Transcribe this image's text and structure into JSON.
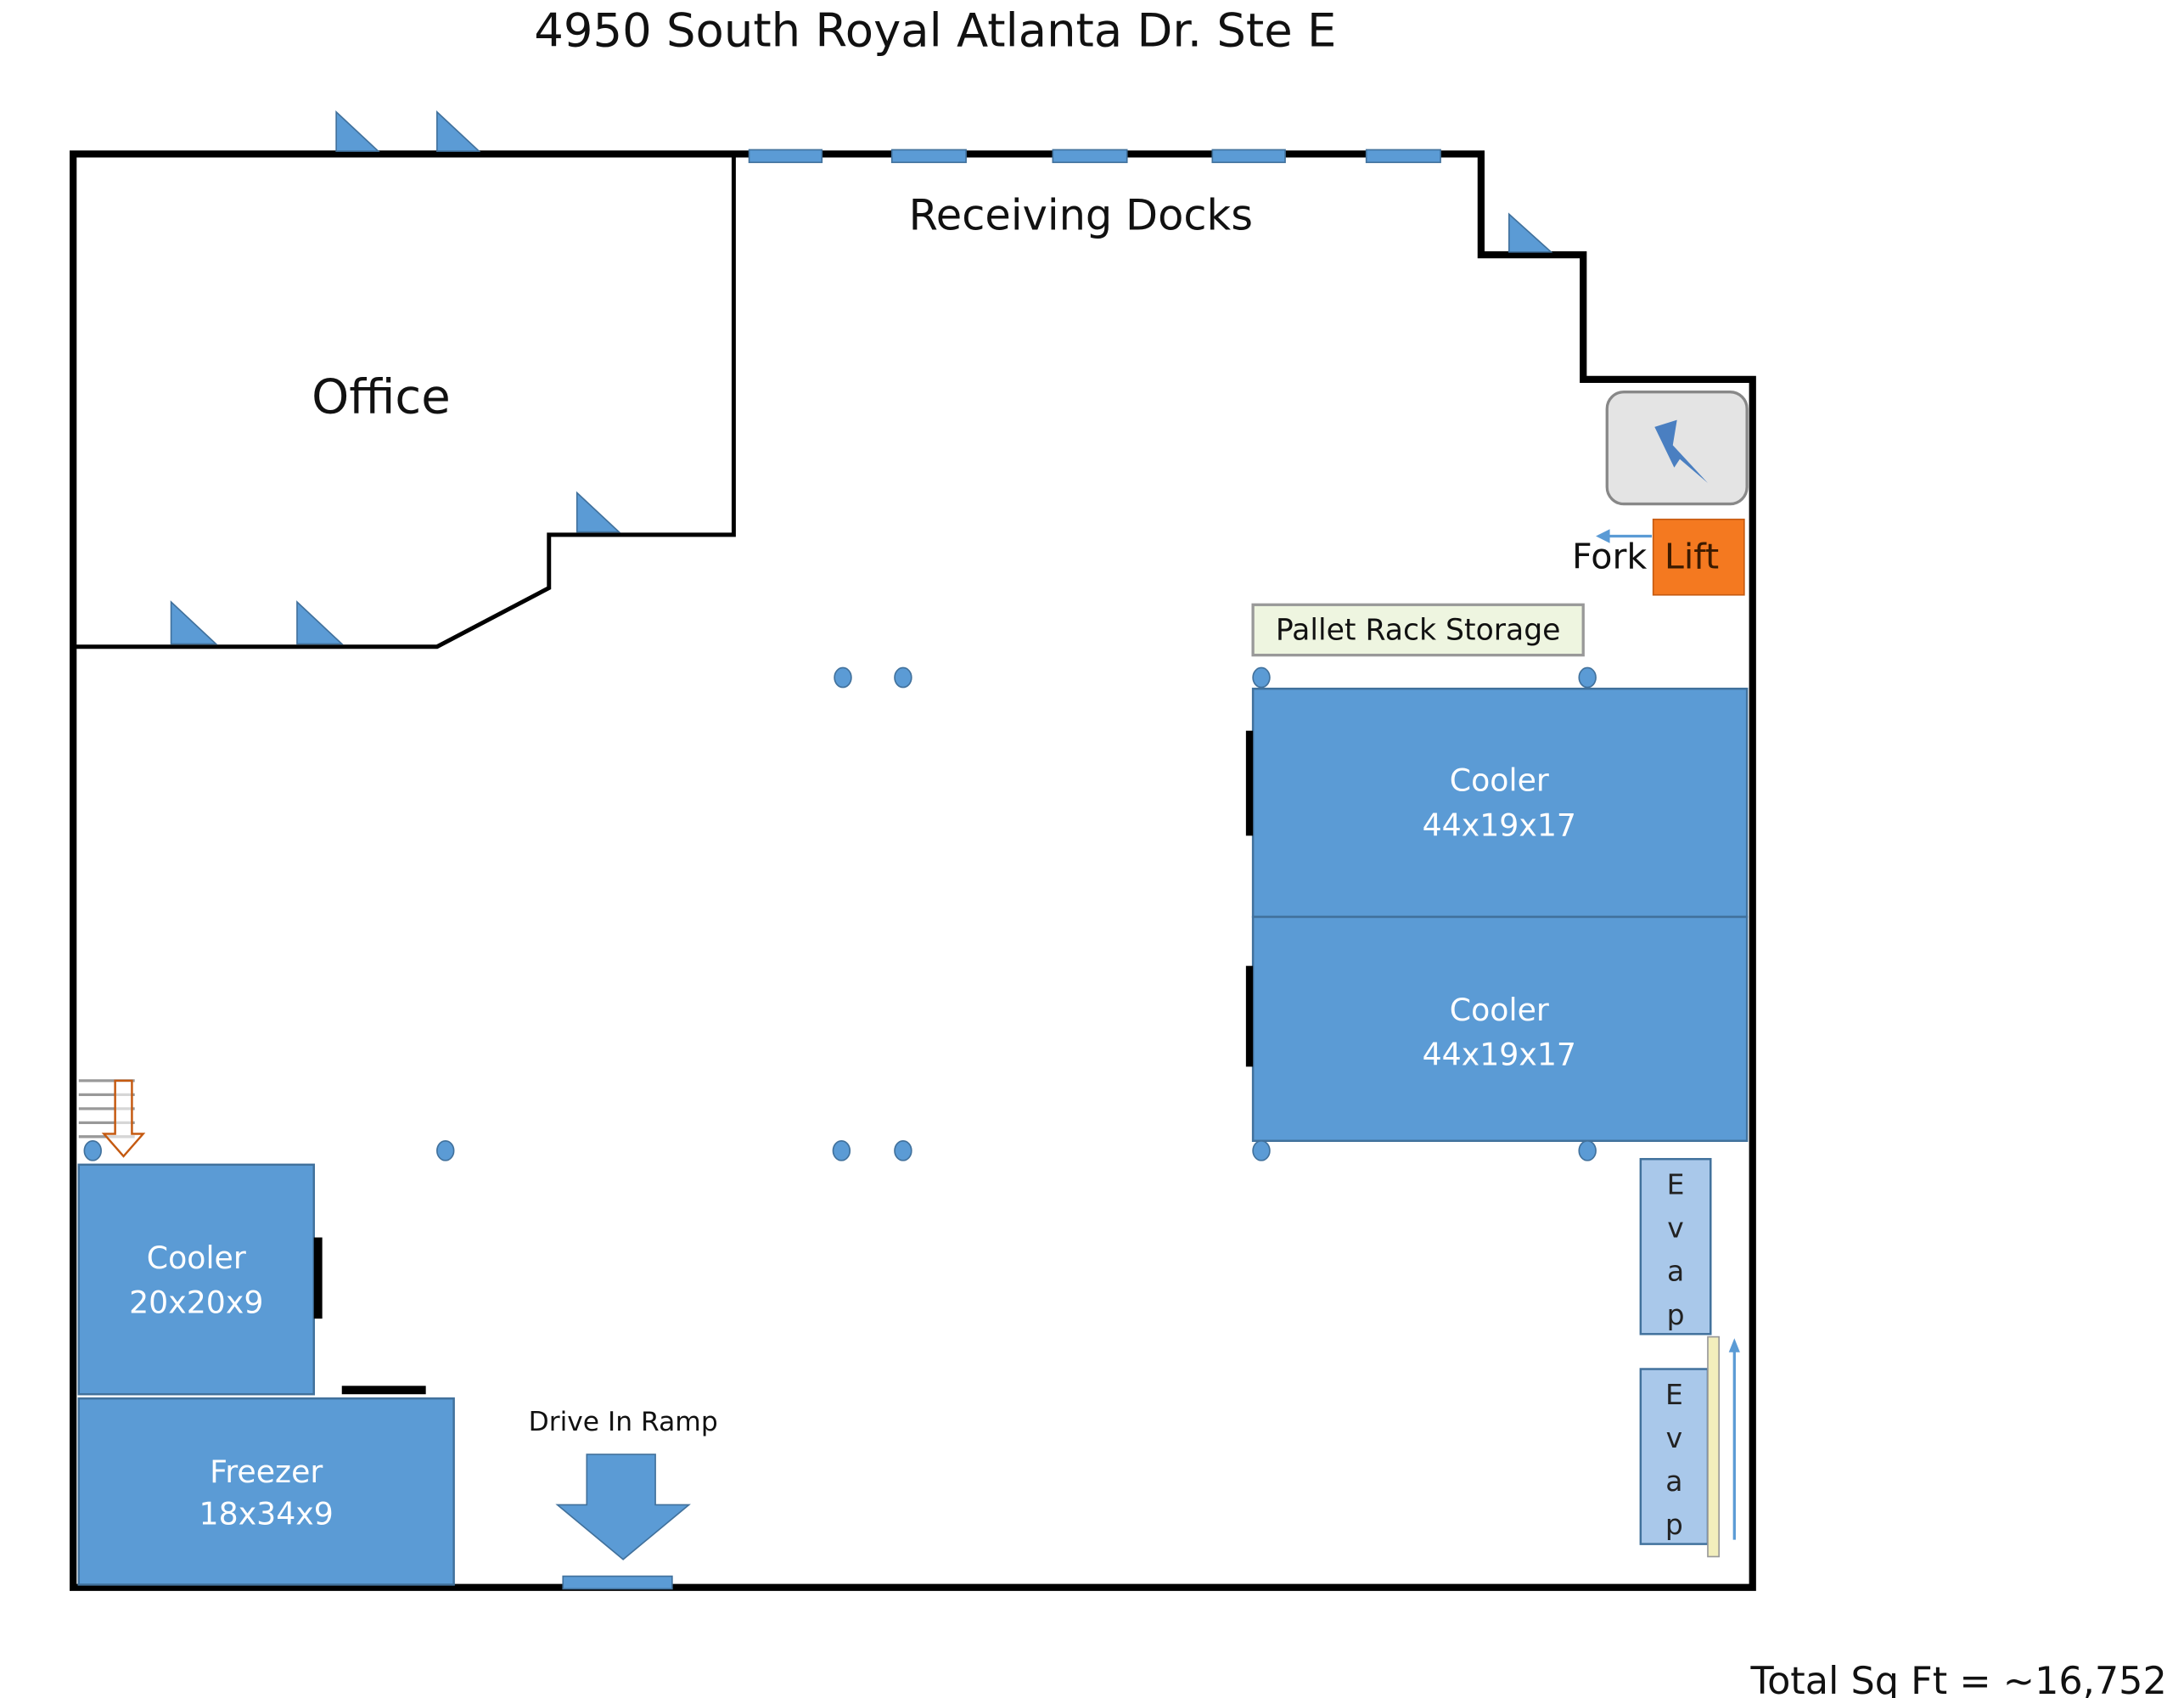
{
  "title": "4950 South Royal Atlanta Dr. Ste E",
  "rooms": {
    "office": "Office",
    "receiving_docks": "Receiving Docks",
    "pallet_rack_storage": "Pallet Rack Storage",
    "fork_lift": {
      "word1": "Fork",
      "word2": "Lift"
    },
    "cooler_large_1": {
      "name": "Cooler",
      "size": "44x19x17"
    },
    "cooler_large_2": {
      "name": "Cooler",
      "size": "44x19x17"
    },
    "cooler_small": {
      "name": "Cooler",
      "size": "20x20x9"
    },
    "freezer": {
      "name": "Freezer",
      "size": "18x34x9"
    },
    "evap_1": [
      "E",
      "v",
      "a",
      "p"
    ],
    "evap_2": [
      "E",
      "v",
      "a",
      "p"
    ],
    "drive_in_ramp": "Drive In Ramp"
  },
  "total": "Total Sq Ft = ~16,752",
  "colors": {
    "room": "#5b9bd5",
    "forklift": "#f47920",
    "evap": "#a9c8ea",
    "wall": "#000000"
  }
}
